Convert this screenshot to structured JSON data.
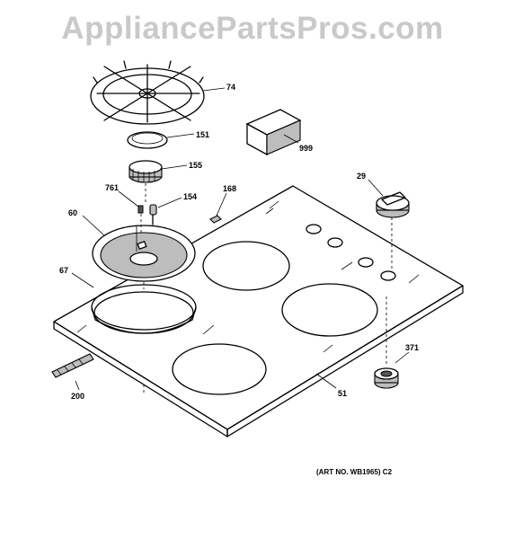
{
  "watermark": "AppliancePartsPros.com",
  "art_number": "(ART NO. WB1965) C2",
  "parts": {
    "grate": "74",
    "cap": "151",
    "burner_head": "155",
    "kit": "999",
    "knob": "29",
    "screw": "761",
    "electrode": "154",
    "clip": "168",
    "burner_bowl": "60",
    "seal_ring": "67",
    "cooktop_glass": "51",
    "knob_bezel": "371",
    "trim_strip": "200"
  }
}
